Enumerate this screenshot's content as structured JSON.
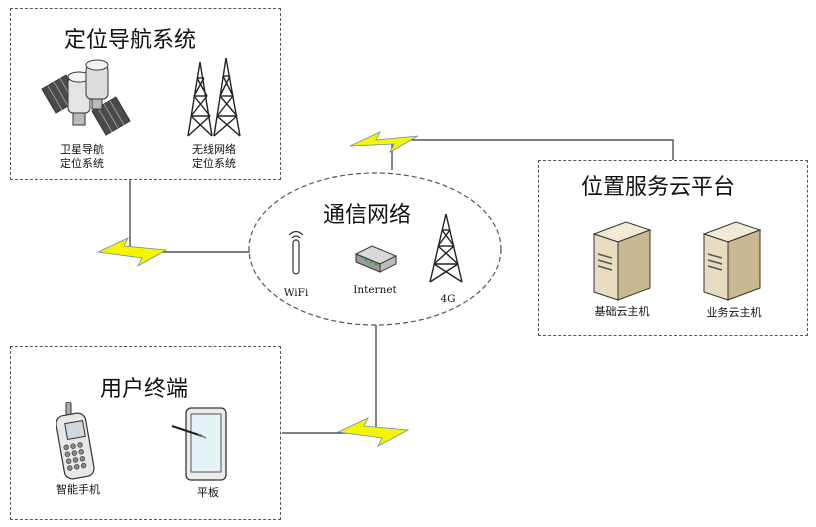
{
  "positioning": {
    "title": "定位导航系统",
    "satellite_label": [
      "卫星导航",
      "定位系统"
    ],
    "wireless_label": [
      "无线网络",
      "定位系统"
    ]
  },
  "network": {
    "title": "通信网络",
    "wifi": "WiFi",
    "internet": "Internet",
    "cell": "4G"
  },
  "cloud": {
    "title": "位置服务云平台",
    "host1": "基础云主机",
    "host2": "业务云主机"
  },
  "terminal": {
    "title": "用户终端",
    "phone": "智能手机",
    "tablet": "平板"
  },
  "colors": {
    "lightning": "#f5f500",
    "lightning_stroke": "#6b8fb0",
    "server": "#e8dcc0",
    "line": "#333333"
  }
}
